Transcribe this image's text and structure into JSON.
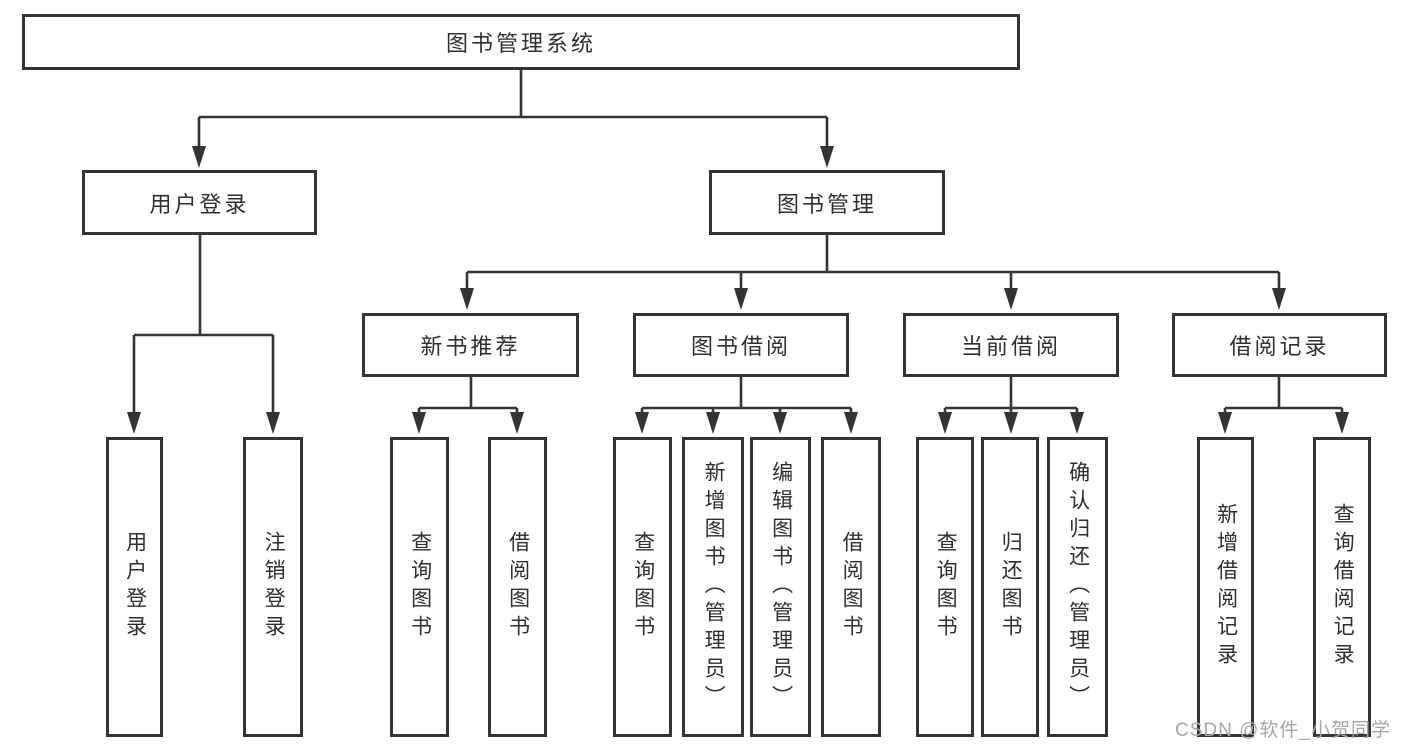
{
  "diagram": {
    "root": "图书管理系统",
    "level2": {
      "user_login": "用户登录",
      "book_mgmt": "图书管理"
    },
    "level3": {
      "new_books": "新书推荐",
      "borrowing": "图书借阅",
      "current": "当前借阅",
      "records": "借阅记录"
    },
    "leaves": {
      "user_login": [
        "用户登录",
        "注销登录"
      ],
      "new_books": [
        "查询图书",
        "借阅图书"
      ],
      "borrowing": [
        "查询图书",
        "新增图书（管理员）",
        "编辑图书（管理员）",
        "借阅图书"
      ],
      "current": [
        "查询图书",
        "归还图书",
        "确认归还（管理员）"
      ],
      "records": [
        "新增借阅记录",
        "查询借阅记录"
      ]
    }
  },
  "watermark": "CSDN @软件_小贺同学",
  "colors": {
    "line": "#343434",
    "text": "#2f2f2f",
    "watermark": "#a6a6a6",
    "background": "#ffffff"
  }
}
